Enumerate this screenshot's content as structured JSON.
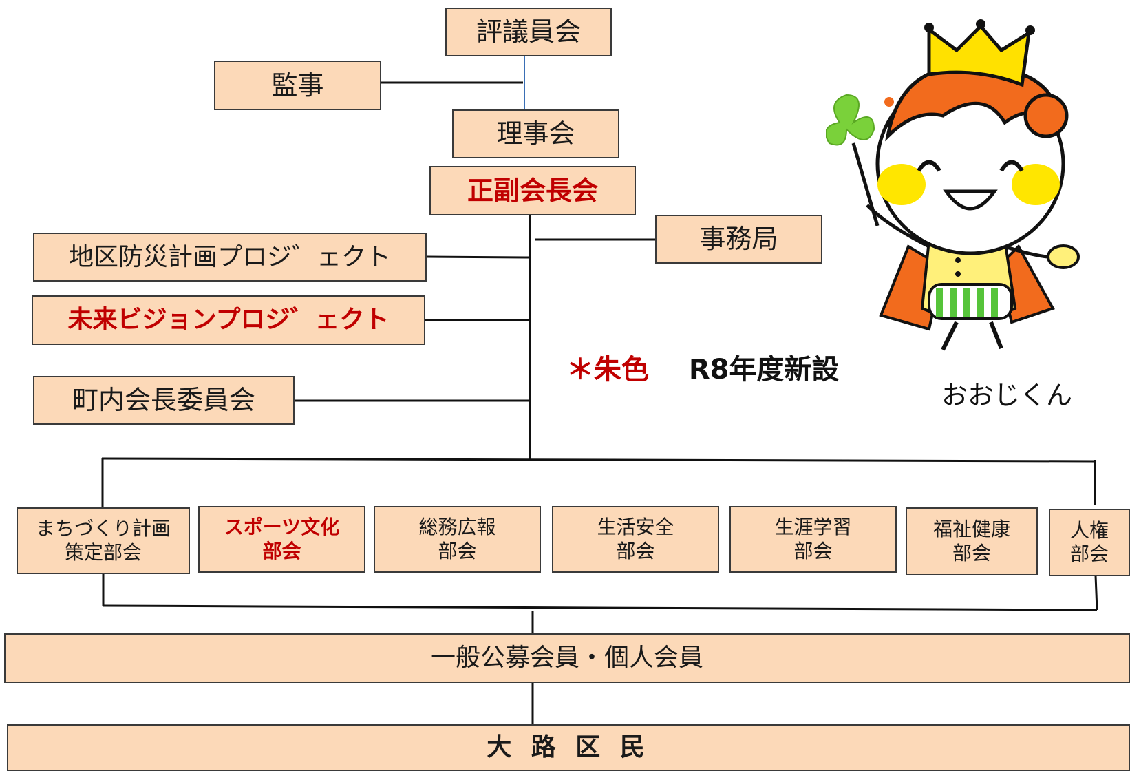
{
  "boxes": {
    "councilors": "評議員会",
    "auditor": "監事",
    "board": "理事会",
    "chair_vice": "正副会長会",
    "secretariat": "事務局",
    "disaster_project": "地区防災計画プロジ゛ェクト",
    "vision_project": "未来ビジョンプロジ゛ェクト",
    "town_chairs": "町内会長委員会"
  },
  "committees": [
    {
      "line1": "まちづくり計画",
      "line2": "策定部会",
      "new": false
    },
    {
      "line1": "スポーツ文化",
      "line2": "部会",
      "new": true
    },
    {
      "line1": "総務広報",
      "line2": "部会",
      "new": false
    },
    {
      "line1": "生活安全",
      "line2": "部会",
      "new": false
    },
    {
      "line1": "生涯学習",
      "line2": "部会",
      "new": false
    },
    {
      "line1": "福祉健康",
      "line2": "部会",
      "new": false
    },
    {
      "line1": "人権",
      "line2": "部会",
      "new": false
    }
  ],
  "members": "一般公募会員・個人会員",
  "residents": "大 路 区 民",
  "note": {
    "marker": "＊朱色",
    "text": "R8年度新設"
  },
  "mascot": {
    "name": "おおじくん"
  },
  "colors": {
    "box_fill": "#fcd9b8",
    "new_text": "#c00000",
    "mascot_hair": "#f26b1d",
    "mascot_crown": "#ffe100",
    "mascot_leaf": "#7ad13a"
  }
}
